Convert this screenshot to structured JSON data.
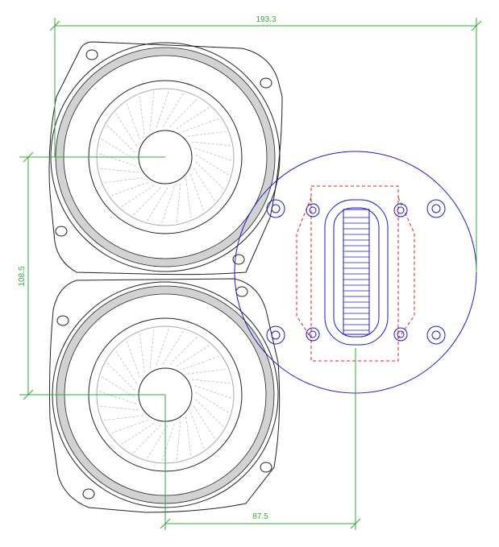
{
  "drawing": {
    "colors": {
      "outline": "#222222",
      "dimension": "#33aa33",
      "tweeter": "#1a1acc",
      "mount_zone": "#dd2222",
      "cone": "#aaaaaa",
      "surround_fill": "#d2d2d2",
      "background": "#ffffff"
    },
    "dimensions": {
      "overall_width": "193.3",
      "woofer_spacing": "108.5",
      "tweeter_offset": "87.5"
    },
    "components": {
      "woofers": [
        "upper-woofer",
        "lower-woofer"
      ],
      "tweeter": "ribbon-tweeter"
    }
  }
}
